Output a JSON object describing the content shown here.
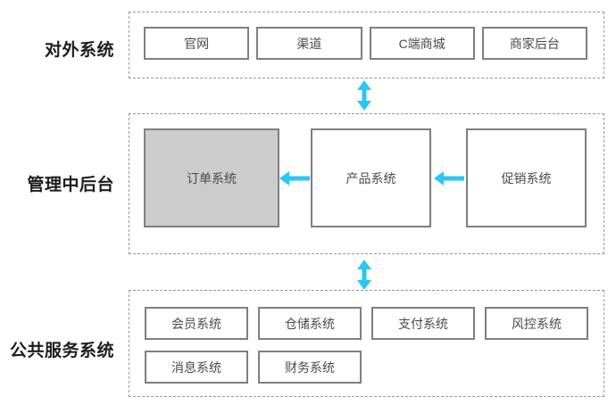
{
  "colors": {
    "accent": "#2ac6f5",
    "box_border": "#7f7f7f",
    "container_border": "#979797",
    "highlight_fill": "#cccccc",
    "label_text": "#1c1c1c",
    "box_text": "#4a4a4a"
  },
  "sections": {
    "external": {
      "label": "对外系统",
      "boxes": [
        "官网",
        "渠道",
        "C端商城",
        "商家后台"
      ]
    },
    "management": {
      "label": "管理中后台",
      "boxes": [
        "订单系统",
        "产品系统",
        "促销系统"
      ],
      "highlighted_box": "订单系统"
    },
    "public_services": {
      "label": "公共服务系统",
      "row1": [
        "会员系统",
        "仓储系统",
        "支付系统",
        "风控系统"
      ],
      "row2": [
        "消息系统",
        "财务系统"
      ]
    }
  },
  "arrows": {
    "vertical_top": "对外系统 ↕ 管理中后台",
    "vertical_bottom": "管理中后台 ↕ 公共服务系统",
    "horizontal_1": "产品系统 → 订单系统",
    "horizontal_2": "促销系统 → 产品系统"
  }
}
